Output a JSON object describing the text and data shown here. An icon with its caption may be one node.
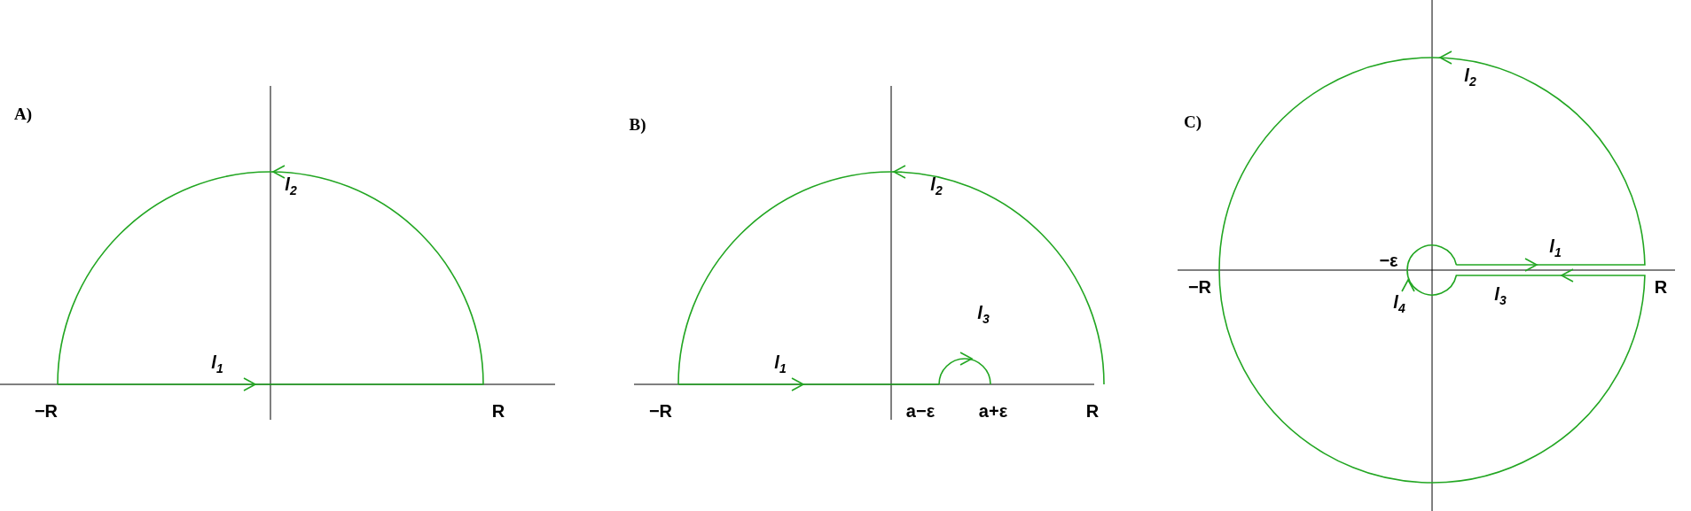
{
  "diagram": {
    "labels": [
      "A)",
      "l$_{2}$",
      "l$_{1}$",
      "−R",
      "R",
      "B)",
      "l$_{2}$",
      "l$_{3}$",
      "l$_{1}$",
      "−R",
      "a−ε",
      "a+ε",
      "R",
      "C)",
      "l$_{2}$",
      "−ε",
      "l$_{1}$",
      "−R",
      "R",
      "l$_{3}$",
      "l$_{4}$"
    ]
  }
}
